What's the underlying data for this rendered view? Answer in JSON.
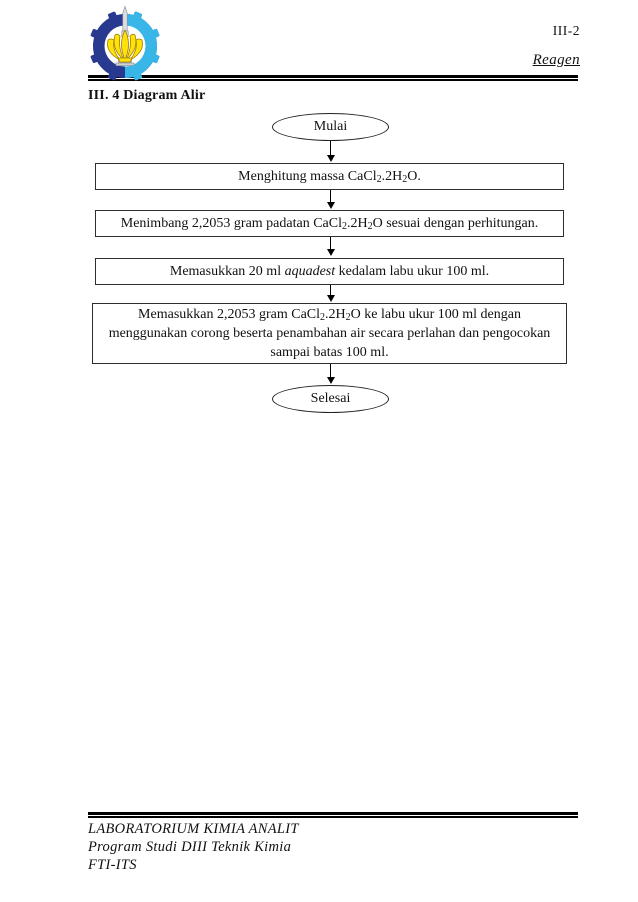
{
  "header": {
    "page_number": "III-2",
    "section": "Reagen"
  },
  "title": "III. 4 Diagram Alir",
  "logo_colors": {
    "dark_blue": "#283a8f",
    "light_blue": "#38b6e8",
    "yellow": "#ffe20a",
    "petal_outline": "#a07c00",
    "monument_fill": "#dcdee2",
    "monument_outline": "#8f9399"
  },
  "flowchart": {
    "start_label": "Mulai",
    "end_label": "Selesai",
    "steps": [
      {
        "rich": [
          {
            "t": "Menghitung massa CaCl"
          },
          {
            "t": "2",
            "s": "sub"
          },
          {
            "t": ".2H"
          },
          {
            "t": "2",
            "s": "sub"
          },
          {
            "t": "O."
          }
        ]
      },
      {
        "rich": [
          {
            "t": "Menimbang 2,2053 gram padatan CaCl"
          },
          {
            "t": "2",
            "s": "sub"
          },
          {
            "t": ".2H"
          },
          {
            "t": "2",
            "s": "sub"
          },
          {
            "t": "O sesuai dengan perhitungan."
          }
        ]
      },
      {
        "rich": [
          {
            "t": "Memasukkan 20 ml "
          },
          {
            "t": "aquadest",
            "s": "i"
          },
          {
            "t": " kedalam labu ukur 100 ml."
          }
        ]
      },
      {
        "rich": [
          {
            "t": "Memasukkan 2,2053 gram CaCl"
          },
          {
            "t": "2",
            "s": "sub"
          },
          {
            "t": ".2H"
          },
          {
            "t": "2",
            "s": "sub"
          },
          {
            "t": "O ke labu ukur 100 ml dengan menggunakan corong beserta penambahan air secara perlahan dan pengocokan sampai batas 100 ml."
          }
        ]
      }
    ]
  },
  "footer": {
    "line1": "LABORATORIUM KIMIA ANALIT",
    "line2": "Program Studi DIII Teknik Kimia",
    "line3": "FTI-ITS"
  }
}
